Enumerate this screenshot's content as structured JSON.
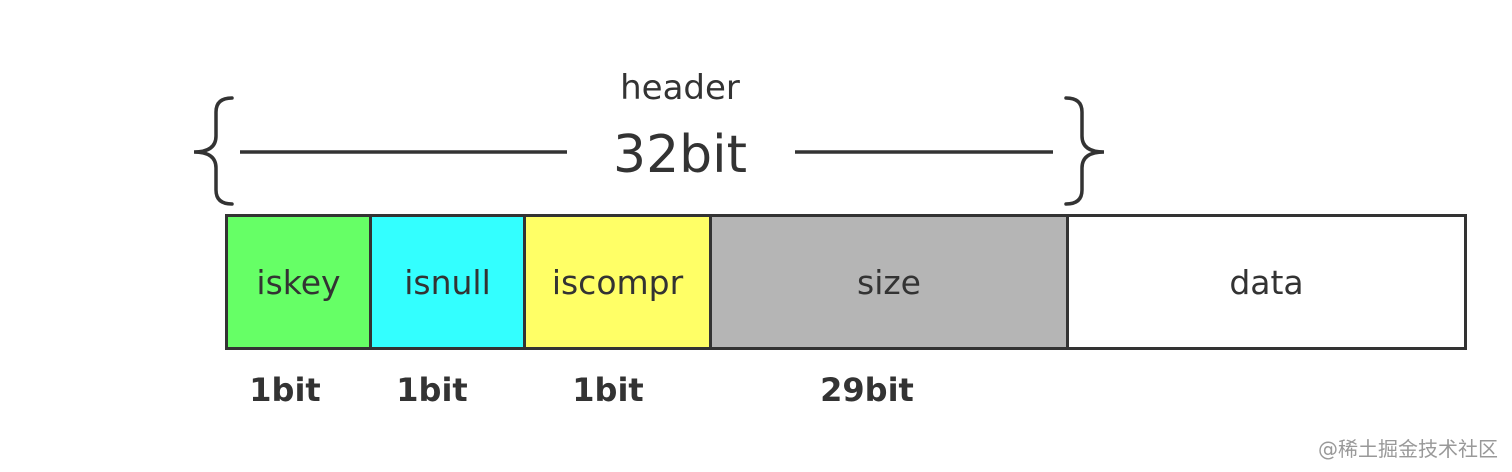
{
  "header": {
    "label": "header",
    "total_bits": "32bit"
  },
  "fields": [
    {
      "name": "iskey",
      "bits": "1bit",
      "color": "#66ff66"
    },
    {
      "name": "isnull",
      "bits": "1bit",
      "color": "#33ffff"
    },
    {
      "name": "iscompr",
      "bits": "1bit",
      "color": "#ffff66"
    },
    {
      "name": "size",
      "bits": "29bit",
      "color": "#b5b5b5"
    },
    {
      "name": "data",
      "bits": "",
      "color": "#ffffff"
    }
  ],
  "watermark": "@稀土掘金技术社区"
}
